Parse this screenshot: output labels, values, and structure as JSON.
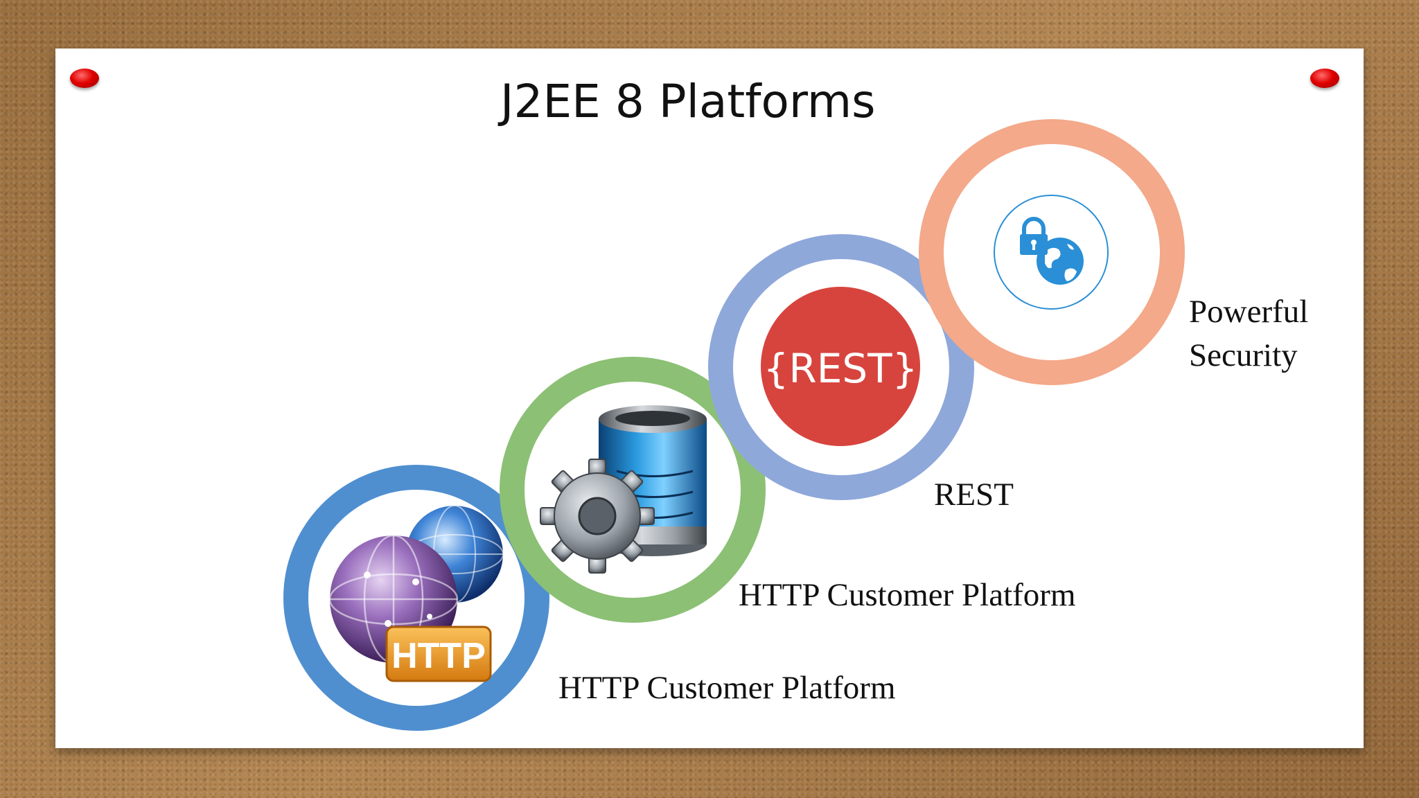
{
  "slide": {
    "title": "J2EE 8 Platforms"
  },
  "stages": [
    {
      "label": "HTTP Customer Platform",
      "ring_color": "#4f8fd0",
      "icon": "http-globe-icon",
      "icon_text": "HTTP"
    },
    {
      "label": "HTTP Customer Platform",
      "ring_color": "#8cc075",
      "icon": "database-gear-icon"
    },
    {
      "label": "REST",
      "ring_color": "#8fa8da",
      "icon": "rest-api-icon",
      "icon_text": "{REST}"
    },
    {
      "label_line1": "Powerful",
      "label_line2": "Security",
      "ring_color": "#f3a98a",
      "icon": "lock-globe-icon"
    }
  ],
  "colors": {
    "pin": "#e00000",
    "rest_badge": "#d7443e",
    "security_icon": "#2a8fd6",
    "http_badge": "#e8961e"
  }
}
